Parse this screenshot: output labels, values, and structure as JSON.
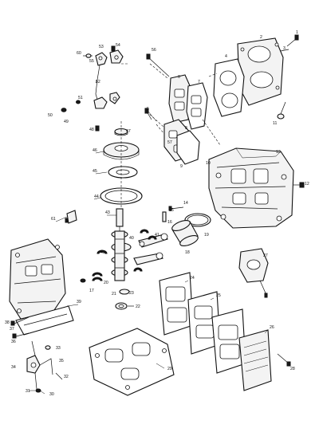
{
  "callouts": {
    "c1": "1",
    "c2": "2",
    "c3": "3",
    "c4": "4",
    "c5": "5",
    "c6": "6",
    "c7": "7",
    "c8": "8",
    "c9": "9",
    "c10": "10",
    "c11": "11",
    "c12": "12",
    "c13": "13",
    "c14": "14",
    "c15": "15",
    "c16": "16",
    "c17": "17",
    "c18": "18",
    "c19": "19",
    "c20": "20",
    "c21": "21",
    "c22": "22",
    "c23": "23",
    "c24": "24",
    "c25": "25",
    "c26": "26",
    "c27": "27",
    "c28": "28",
    "c29": "29",
    "c30": "30",
    "c31": "31",
    "c32": "32",
    "c33": "33",
    "c34": "34",
    "c35": "35",
    "c36": "36",
    "c37": "37",
    "c38": "38",
    "c39": "39",
    "c40": "40",
    "c41": "41",
    "c42": "42",
    "c43": "43",
    "c44": "44",
    "c45": "45",
    "c46": "46",
    "c47": "47",
    "c48": "48",
    "c49": "49",
    "c50": "50",
    "c51": "51",
    "c52": "52",
    "c53": "53",
    "c54": "54",
    "c55": "55",
    "c56": "56",
    "c57": "57",
    "c60": "60",
    "c61": "61"
  }
}
